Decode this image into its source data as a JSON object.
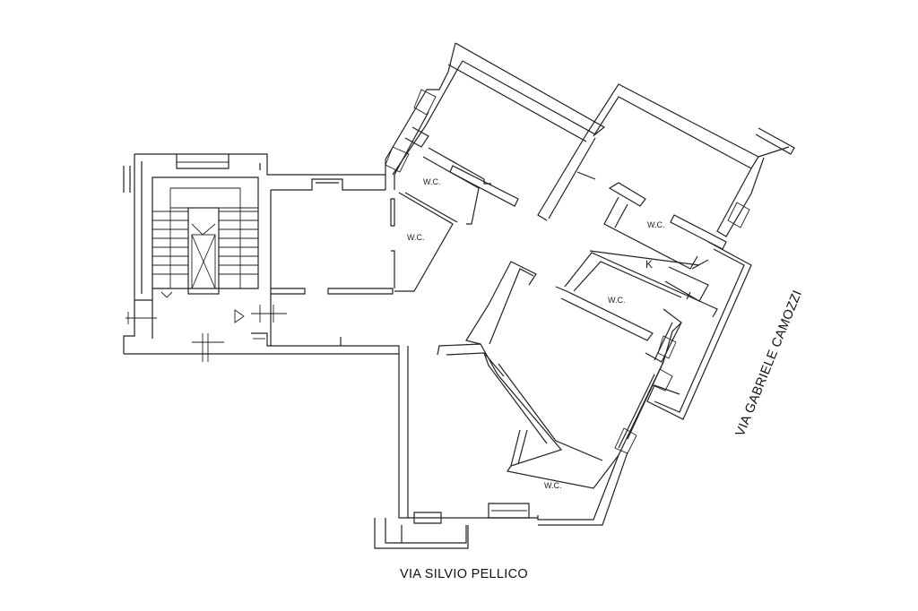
{
  "plan": {
    "rooms": [
      {
        "id": "wc-1",
        "label": "W.C."
      },
      {
        "id": "wc-2",
        "label": "W.C."
      },
      {
        "id": "wc-3",
        "label": "W.C."
      },
      {
        "id": "wc-4",
        "label": "W.C."
      },
      {
        "id": "wc-5",
        "label": "W.C."
      },
      {
        "id": "kitchen",
        "label": "K"
      }
    ],
    "streets": [
      {
        "id": "street-bottom",
        "label": "VIA SILVIO PELLICO"
      },
      {
        "id": "street-right",
        "label": "VIA GABRIELE CAMOZZI"
      }
    ]
  }
}
